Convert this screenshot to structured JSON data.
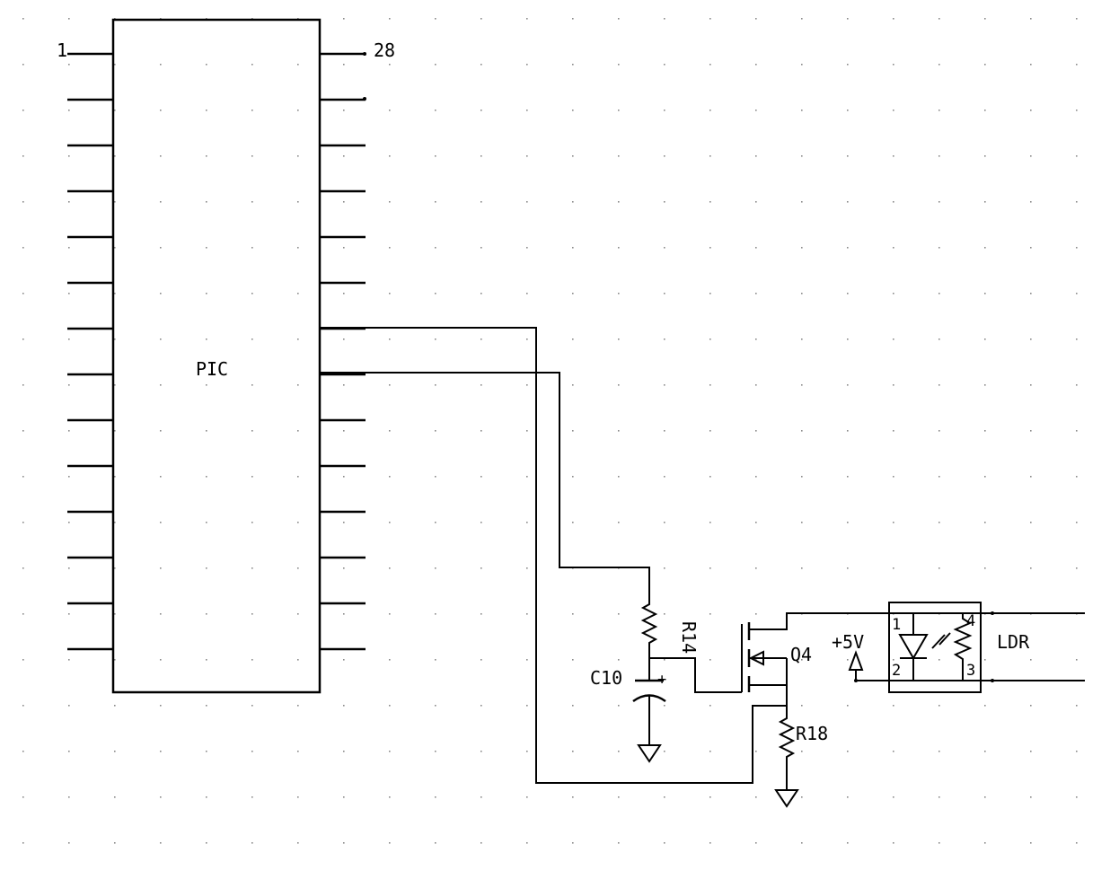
{
  "schematic": {
    "ic": {
      "label": "PIC",
      "pin_first": "1",
      "pin_last": "28"
    },
    "resistor_r14": "R14",
    "capacitor_c10": "C10",
    "transistor_q4": "Q4",
    "resistor_r18": "R18",
    "supply": "+5V",
    "ldr": {
      "label": "LDR",
      "pin1": "1",
      "pin2": "2",
      "pin3": "3",
      "pin4": "4"
    }
  },
  "colors": {
    "background": "#ffffff",
    "ink": "#000000",
    "grid": "#8a8a8a"
  }
}
